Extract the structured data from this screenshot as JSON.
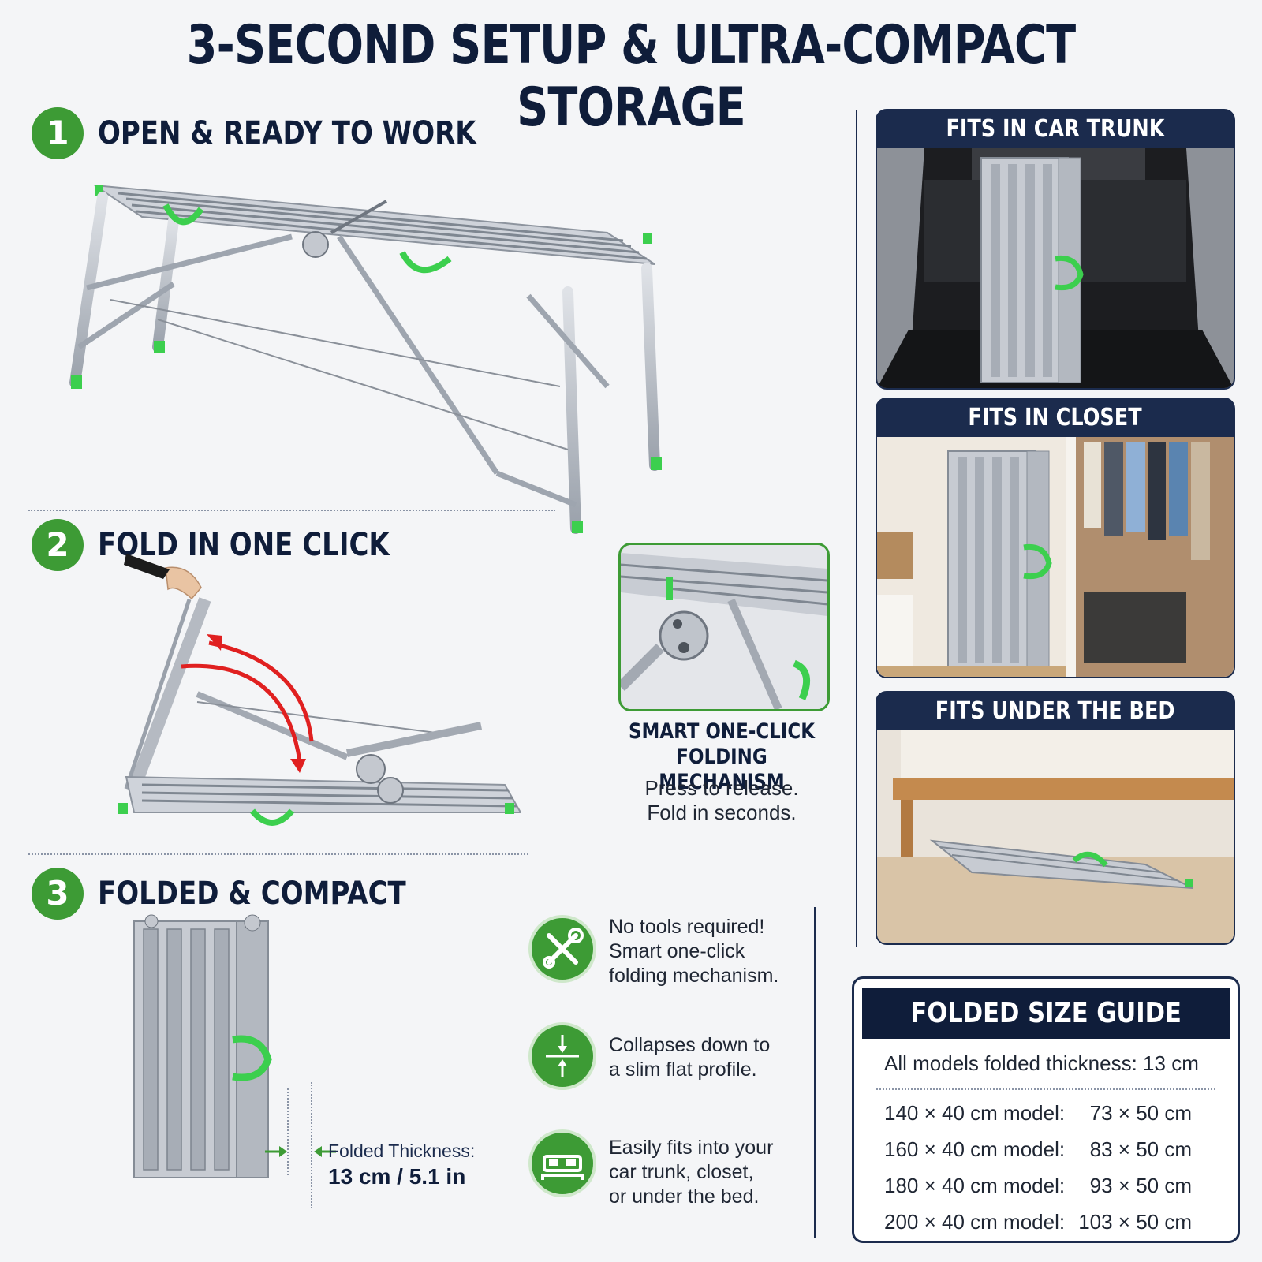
{
  "title": "3-SECOND SETUP & ULTRA-COMPACT STORAGE",
  "steps": [
    {
      "number": "1",
      "label": "OPEN & READY TO WORK"
    },
    {
      "number": "2",
      "label": "FOLD IN ONE CLICK"
    },
    {
      "number": "3",
      "label": "FOLDED & COMPACT"
    }
  ],
  "mechanism": {
    "title_line1": "SMART ONE-CLICK",
    "title_line2": "FOLDING MECHANISM",
    "sub_line1": "Press to release.",
    "sub_line2": "Fold in seconds."
  },
  "thickness": {
    "label": "Folded Thickness:",
    "value": "13 cm / 5.1 in"
  },
  "features": [
    {
      "icon": "tools-icon",
      "lines": [
        "No tools required!",
        "Smart one-click",
        "folding mechanism."
      ]
    },
    {
      "icon": "collapse-icon",
      "lines": [
        "Collapses down to",
        "a slim flat profile."
      ]
    },
    {
      "icon": "bed-icon",
      "lines": [
        "Easily fits into your",
        "car trunk, closet,",
        "or under the bed."
      ]
    }
  ],
  "storage_panels": [
    {
      "label": "FITS IN CAR TRUNK"
    },
    {
      "label": "FITS IN CLOSET"
    },
    {
      "label": "FITS UNDER THE BED"
    }
  ],
  "size_guide": {
    "title": "FOLDED SIZE GUIDE",
    "note": "All models folded thickness: 13 cm",
    "rows": [
      {
        "model": "140 × 40 cm model:",
        "size": "73 × 50 cm"
      },
      {
        "model": "160 × 40 cm model:",
        "size": "83 × 50 cm"
      },
      {
        "model": "180 × 40 cm model:",
        "size": "93 × 50 cm"
      },
      {
        "model": "200 × 40 cm model:",
        "size": "103 × 50 cm"
      }
    ]
  },
  "colors": {
    "navy": "#0f1d3a",
    "green": "#3d9b35",
    "arrow_red": "#e02020",
    "aluminum": "#b9bec6"
  }
}
